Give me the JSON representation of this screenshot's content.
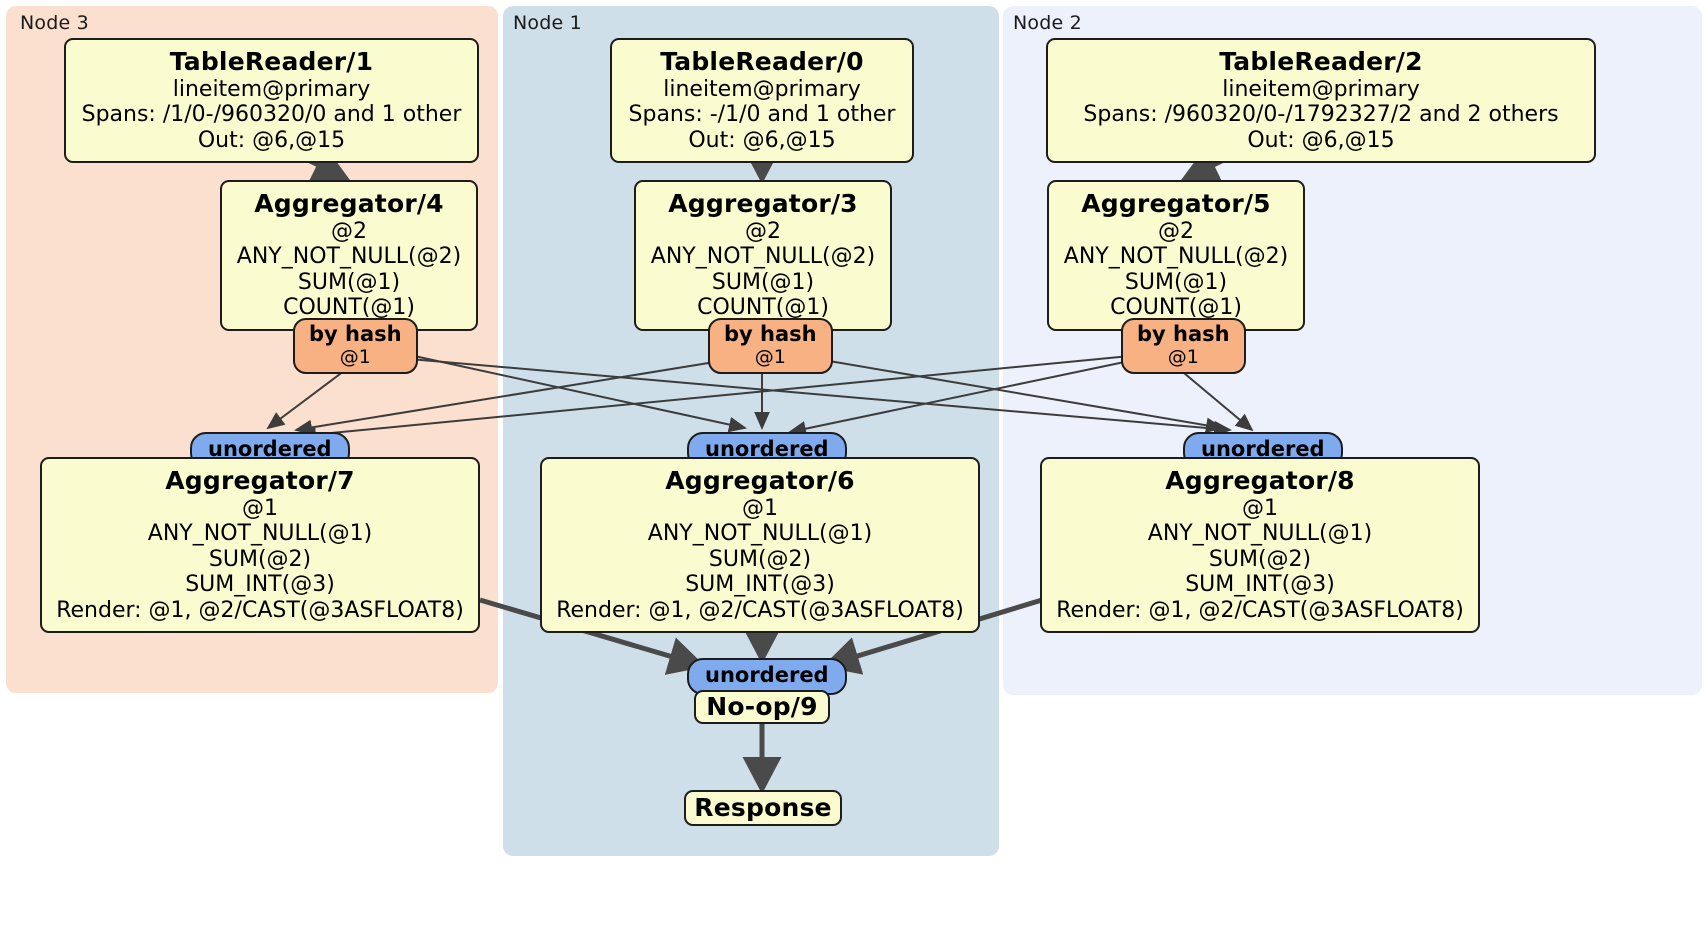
{
  "diagram": {
    "type": "distributed-query-plan",
    "panels": [
      {
        "id": "node3",
        "label": "Node 3",
        "color": "#fbdfcf"
      },
      {
        "id": "node1",
        "label": "Node 1",
        "color": "#cfdfe9"
      },
      {
        "id": "node2",
        "label": "Node 2",
        "color": "#ecf1fb"
      }
    ],
    "colors": {
      "processor_fill": "#fbfbd0",
      "processor_border": "#1c1c1c",
      "hash_router_fill": "#f7b183",
      "unordered_stream_fill": "#7fabee",
      "edge_thin": "#3c3c3c",
      "edge_thick": "#4a4a4a"
    },
    "processors": [
      {
        "id": "tr1",
        "node": "node3",
        "title": "TableReader/1",
        "lines": [
          "lineitem@primary",
          "Spans: /1/0-/960320/0 and 1 other",
          "Out: @6,@15"
        ]
      },
      {
        "id": "tr0",
        "node": "node1",
        "title": "TableReader/0",
        "lines": [
          "lineitem@primary",
          "Spans: -/1/0 and 1 other",
          "Out: @6,@15"
        ]
      },
      {
        "id": "tr2",
        "node": "node2",
        "title": "TableReader/2",
        "lines": [
          "lineitem@primary",
          "Spans: /960320/0-/1792327/2 and 2 others",
          "Out: @6,@15"
        ]
      },
      {
        "id": "agg4",
        "node": "node3",
        "title": "Aggregator/4",
        "lines": [
          "@2",
          "ANY_NOT_NULL(@2)",
          "SUM(@1)",
          "COUNT(@1)"
        ]
      },
      {
        "id": "agg3",
        "node": "node1",
        "title": "Aggregator/3",
        "lines": [
          "@2",
          "ANY_NOT_NULL(@2)",
          "SUM(@1)",
          "COUNT(@1)"
        ]
      },
      {
        "id": "agg5",
        "node": "node2",
        "title": "Aggregator/5",
        "lines": [
          "@2",
          "ANY_NOT_NULL(@2)",
          "SUM(@1)",
          "COUNT(@1)"
        ]
      },
      {
        "id": "agg7",
        "node": "node3",
        "title": "Aggregator/7",
        "lines": [
          "@1",
          "ANY_NOT_NULL(@1)",
          "SUM(@2)",
          "SUM_INT(@3)",
          "Render: @1, @2/CAST(@3ASFLOAT8)"
        ]
      },
      {
        "id": "agg6",
        "node": "node1",
        "title": "Aggregator/6",
        "lines": [
          "@1",
          "ANY_NOT_NULL(@1)",
          "SUM(@2)",
          "SUM_INT(@3)",
          "Render: @1, @2/CAST(@3ASFLOAT8)"
        ]
      },
      {
        "id": "agg8",
        "node": "node2",
        "title": "Aggregator/8",
        "lines": [
          "@1",
          "ANY_NOT_NULL(@1)",
          "SUM(@2)",
          "SUM_INT(@3)",
          "Render: @1, @2/CAST(@3ASFLOAT8)"
        ]
      },
      {
        "id": "noop9",
        "node": "node1",
        "title": "No-op/9",
        "lines": []
      },
      {
        "id": "response",
        "node": "node1",
        "title": "Response",
        "lines": []
      }
    ],
    "routers": [
      {
        "id": "hash4",
        "node": "node3",
        "title": "by hash",
        "sub": "@1"
      },
      {
        "id": "hash3",
        "node": "node1",
        "title": "by hash",
        "sub": "@1"
      },
      {
        "id": "hash5",
        "node": "node2",
        "title": "by hash",
        "sub": "@1"
      }
    ],
    "streams": [
      {
        "id": "unord7",
        "node": "node3",
        "title": "unordered"
      },
      {
        "id": "unord6",
        "node": "node1",
        "title": "unordered"
      },
      {
        "id": "unord8",
        "node": "node2",
        "title": "unordered"
      },
      {
        "id": "unord9",
        "node": "node1",
        "title": "unordered"
      }
    ]
  }
}
